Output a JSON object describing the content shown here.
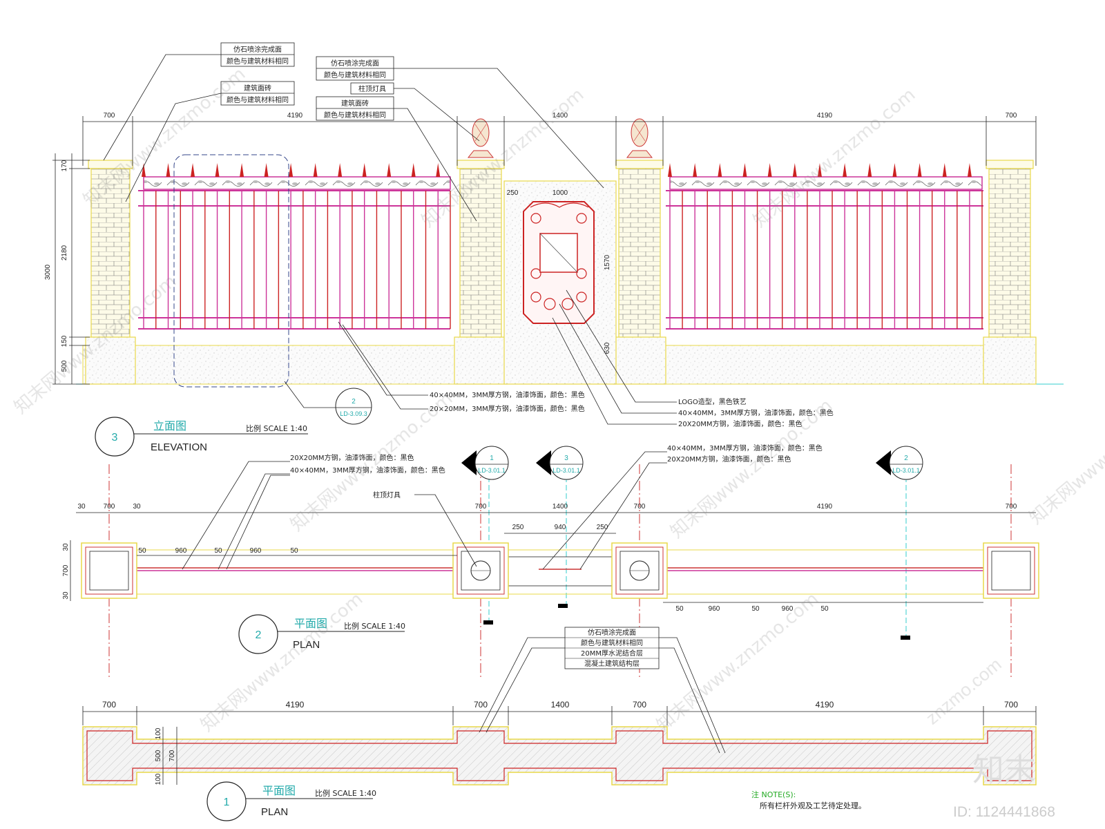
{
  "elevation": {
    "dims_top": [
      "700",
      "4190",
      "1400",
      "4190",
      "700"
    ],
    "dims_left": [
      "170",
      "2180",
      "150",
      "500"
    ],
    "dim_total": "3000",
    "cap_ornament_dim": "1400",
    "logo_panel_dims": {
      "w": "1000",
      "h": "1570",
      "base": "630",
      "w2": "250"
    },
    "callouts_left": [
      {
        "l1": "仿石喷涂完成面",
        "l2": "颜色与建筑材料相同"
      },
      {
        "l1": "建筑面砖",
        "l2": "颜色与建筑材料相同"
      }
    ],
    "callouts_center": [
      {
        "l1": "仿石喷涂完成面",
        "l2": "颜色与建筑材料相同"
      },
      {
        "l1": "柱顶灯具"
      },
      {
        "l1": "建筑面砖",
        "l2": "颜色与建筑材料相同"
      }
    ],
    "bottom_notes": [
      "40×40MM，3MM厚方钢，油漆饰面，颜色：黑色",
      "20×20MM，3MM厚方钢，油漆饰面，颜色：黑色"
    ],
    "bottom_notes_right": [
      "LOGO造型，黑色铁艺",
      "40×40MM，3MM厚方钢，油漆饰面，颜色：黑色",
      "20X20MM方钢，油漆饰面，颜色：黑色"
    ],
    "detail_ref": {
      "num": "2",
      "code": "LD-3.09.3"
    },
    "title": {
      "num": "3",
      "cn": "立面图",
      "en": "ELEVATION",
      "scale": "比例 SCALE 1:40"
    }
  },
  "plan2": {
    "notes_left": [
      "20X20MM方钢，油漆饰面，颜色：黑色",
      "40×40MM，3MM厚方钢，油漆饰面，颜色：黑色"
    ],
    "notes_right": [
      "40×40MM，3MM厚方钢，油漆饰面，颜色：黑色",
      "20X20MM方钢，油漆饰面，颜色：黑色"
    ],
    "lamp_note": "柱顶灯具",
    "section_marks": [
      {
        "num": "1",
        "code": "LD-3.01.1"
      },
      {
        "num": "3",
        "code": "LD-3.01.1"
      },
      {
        "num": "2",
        "code": "LD-3.01.1"
      }
    ],
    "dims_top": [
      "30",
      "700",
      "30",
      "700",
      "1400",
      "700",
      "4190",
      "700"
    ],
    "dims_small": [
      "250",
      "940",
      "250"
    ],
    "bar_dims": [
      "50",
      "960",
      "50",
      "960",
      "50"
    ],
    "left_dims": [
      "30",
      "700",
      "30"
    ],
    "title": {
      "num": "2",
      "cn": "平面图",
      "en": "PLAN",
      "scale": "比例 SCALE 1:40"
    }
  },
  "plan1": {
    "dims_top": [
      "700",
      "4190",
      "700",
      "1400",
      "700",
      "4190",
      "700"
    ],
    "left_dims": [
      "100",
      "500",
      "100"
    ],
    "dim_total": "700",
    "layer_notes": [
      "仿石喷涂完成面",
      "颜色与建筑材料相同",
      "20MM厚水泥结合层",
      "混凝土建筑结构层"
    ],
    "title": {
      "num": "1",
      "cn": "平面图",
      "en": "PLAN",
      "scale": "比例 SCALE 1:40"
    }
  },
  "notes": {
    "heading": "注 NOTE(S):",
    "line": "所有栏杆外观及工艺待定处理。"
  },
  "watermark": {
    "text": "知末",
    "site": "znzmo.com",
    "site_cn": "知末网www.znzmo.com",
    "id": "ID: 1124441868"
  },
  "colors": {
    "pillar_outline": "#e8d84a",
    "fence": "#cc3399",
    "fence_red": "#cc2222",
    "cyan": "#33cccc",
    "axis": "#cc3333",
    "title_cyan": "#22aaaa"
  }
}
